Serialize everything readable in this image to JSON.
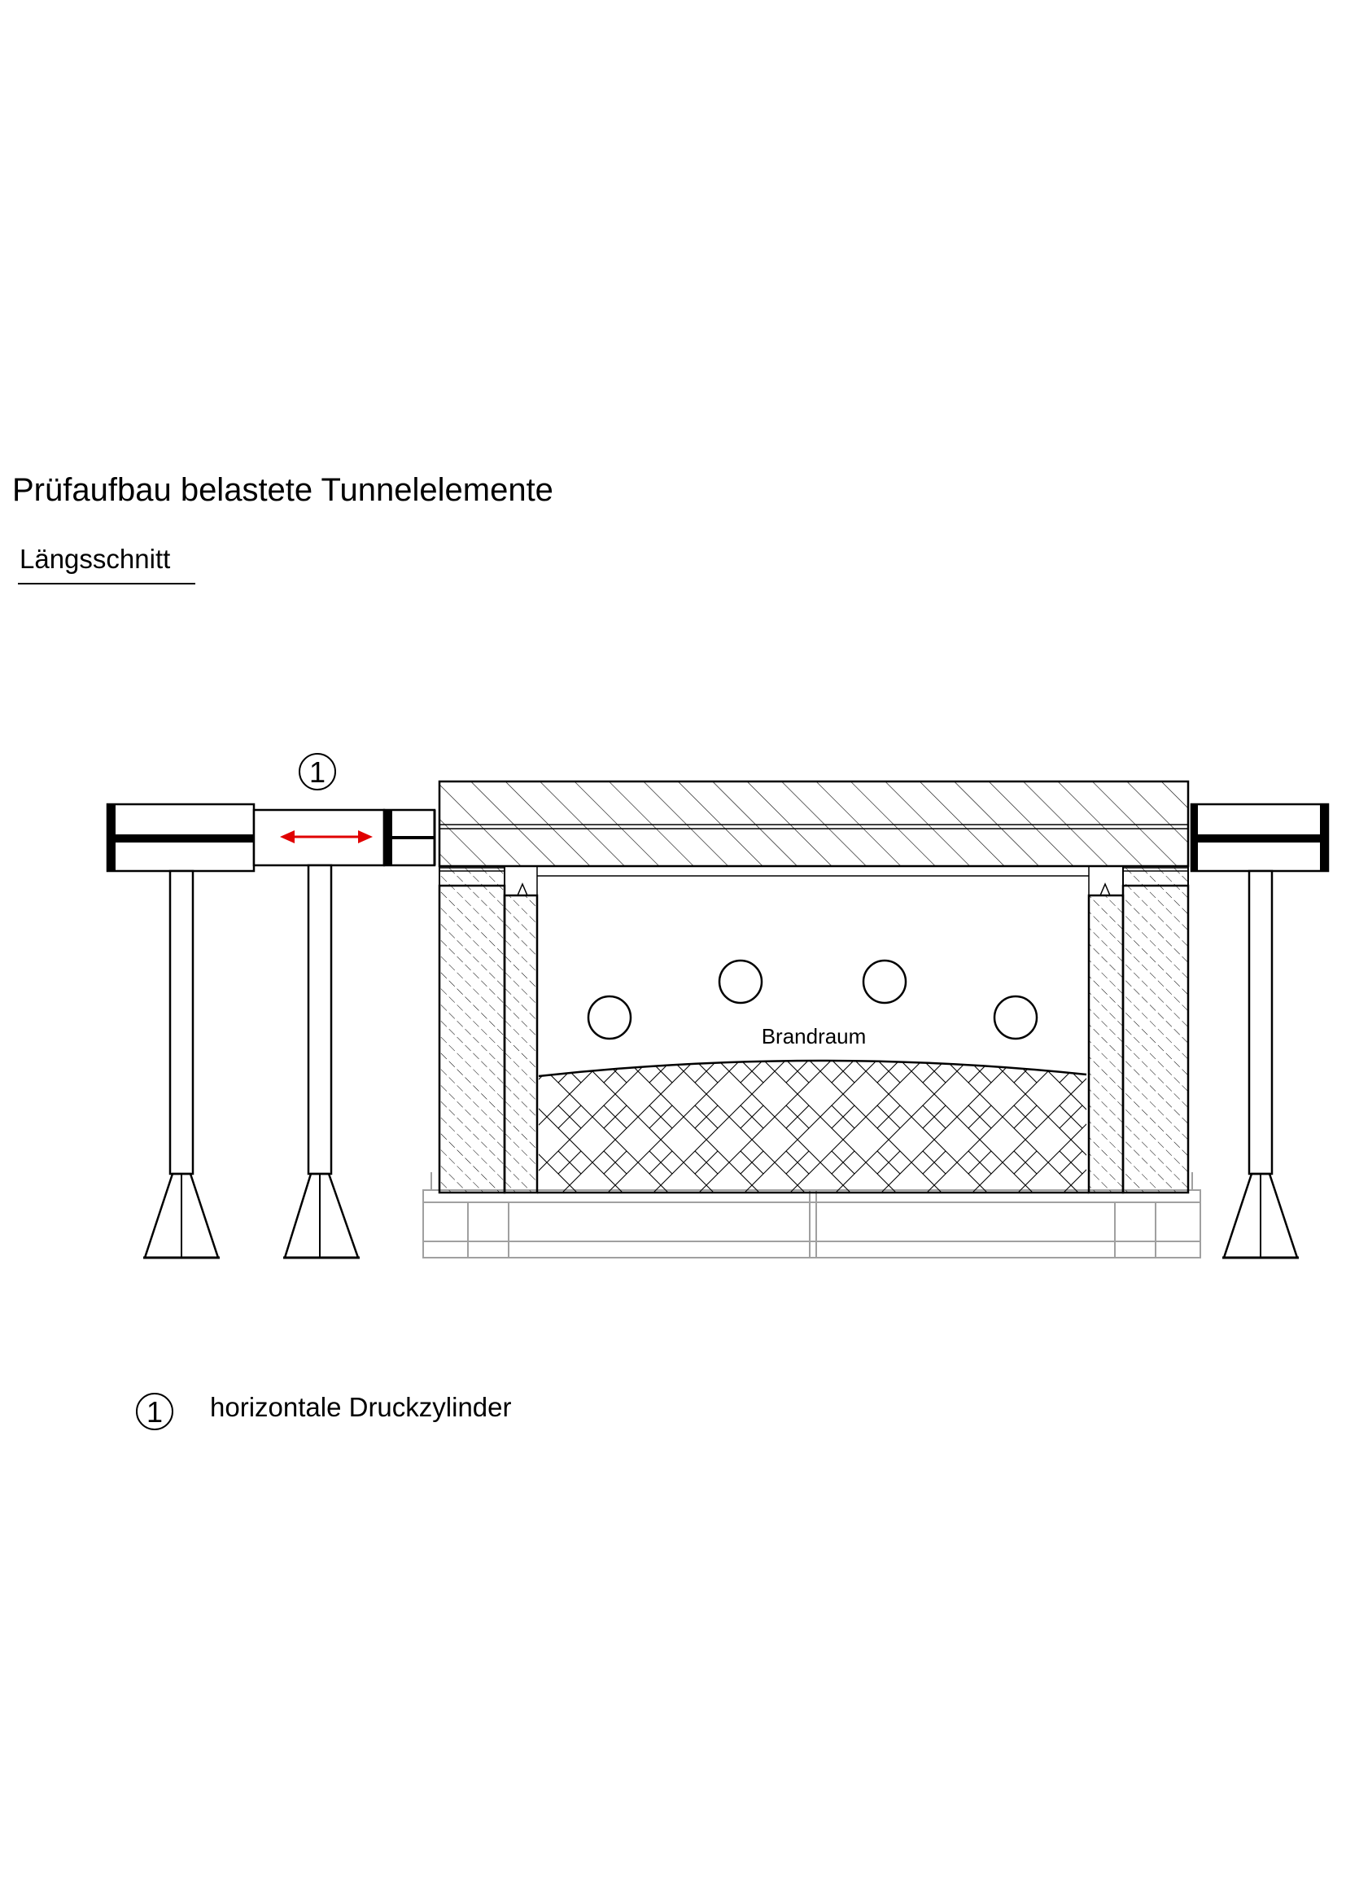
{
  "title": "Prüfaufbau belastete Tunnelelemente",
  "subtitle": "Längsschnitt",
  "labels": {
    "marker_number": "1",
    "brandraum": "Brandraum"
  },
  "legend": {
    "number": "1",
    "text": "horizontale Druckzylinder"
  },
  "colors": {
    "line": "#000000",
    "pallet": "#a0a0a0",
    "arrow": "#e00000"
  }
}
